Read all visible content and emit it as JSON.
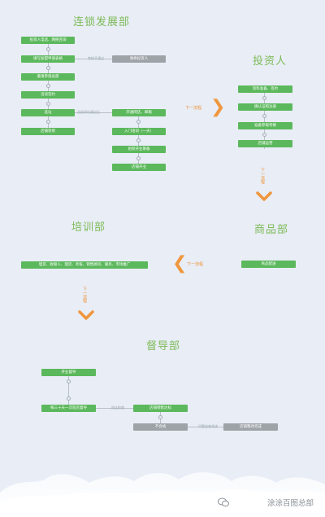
{
  "sections": {
    "chain": "连锁发展部",
    "investor": "投资人",
    "training": "培训部",
    "goods": "商品部",
    "supervision": "督导部"
  },
  "chain_steps": [
    "投资人电话、网络咨询",
    "填写加盟申请表格",
    "邀请参观总部",
    "洽谈签约",
    "选址",
    "店铺装修"
  ],
  "chain_side": {
    "reject_label": "审核不通过",
    "reject_box": "谢绝投资人",
    "assess_label": "总部评估通过后",
    "steps": [
      "开通网店、邮箱",
      "入门培训（一天）",
      "组织开业筹备",
      "店铺开业"
    ]
  },
  "investor_steps": [
    "资料准备、签约",
    "确认证照注册",
    "准备参观考察",
    "店铺运营"
  ],
  "goods_box": "商品配送",
  "training_box": "理货、收银人、理货、考核、销售顾问、服务、市场推广",
  "supervision": {
    "start": "开业督导",
    "visit": "每三十天一次巡店督导",
    "visit_label": "巡店检查",
    "pass": "店铺销售达标",
    "fail_label": "问题追查改进",
    "fail": "不合格",
    "rectify": "店铺整改完成"
  },
  "next_step": "下一流程",
  "watermark": "涂涂百图总部",
  "colors": {
    "green": "#5cb85c",
    "gray": "#9ea3a8",
    "orange": "#f0963c",
    "title_green": "#7ebb57"
  }
}
